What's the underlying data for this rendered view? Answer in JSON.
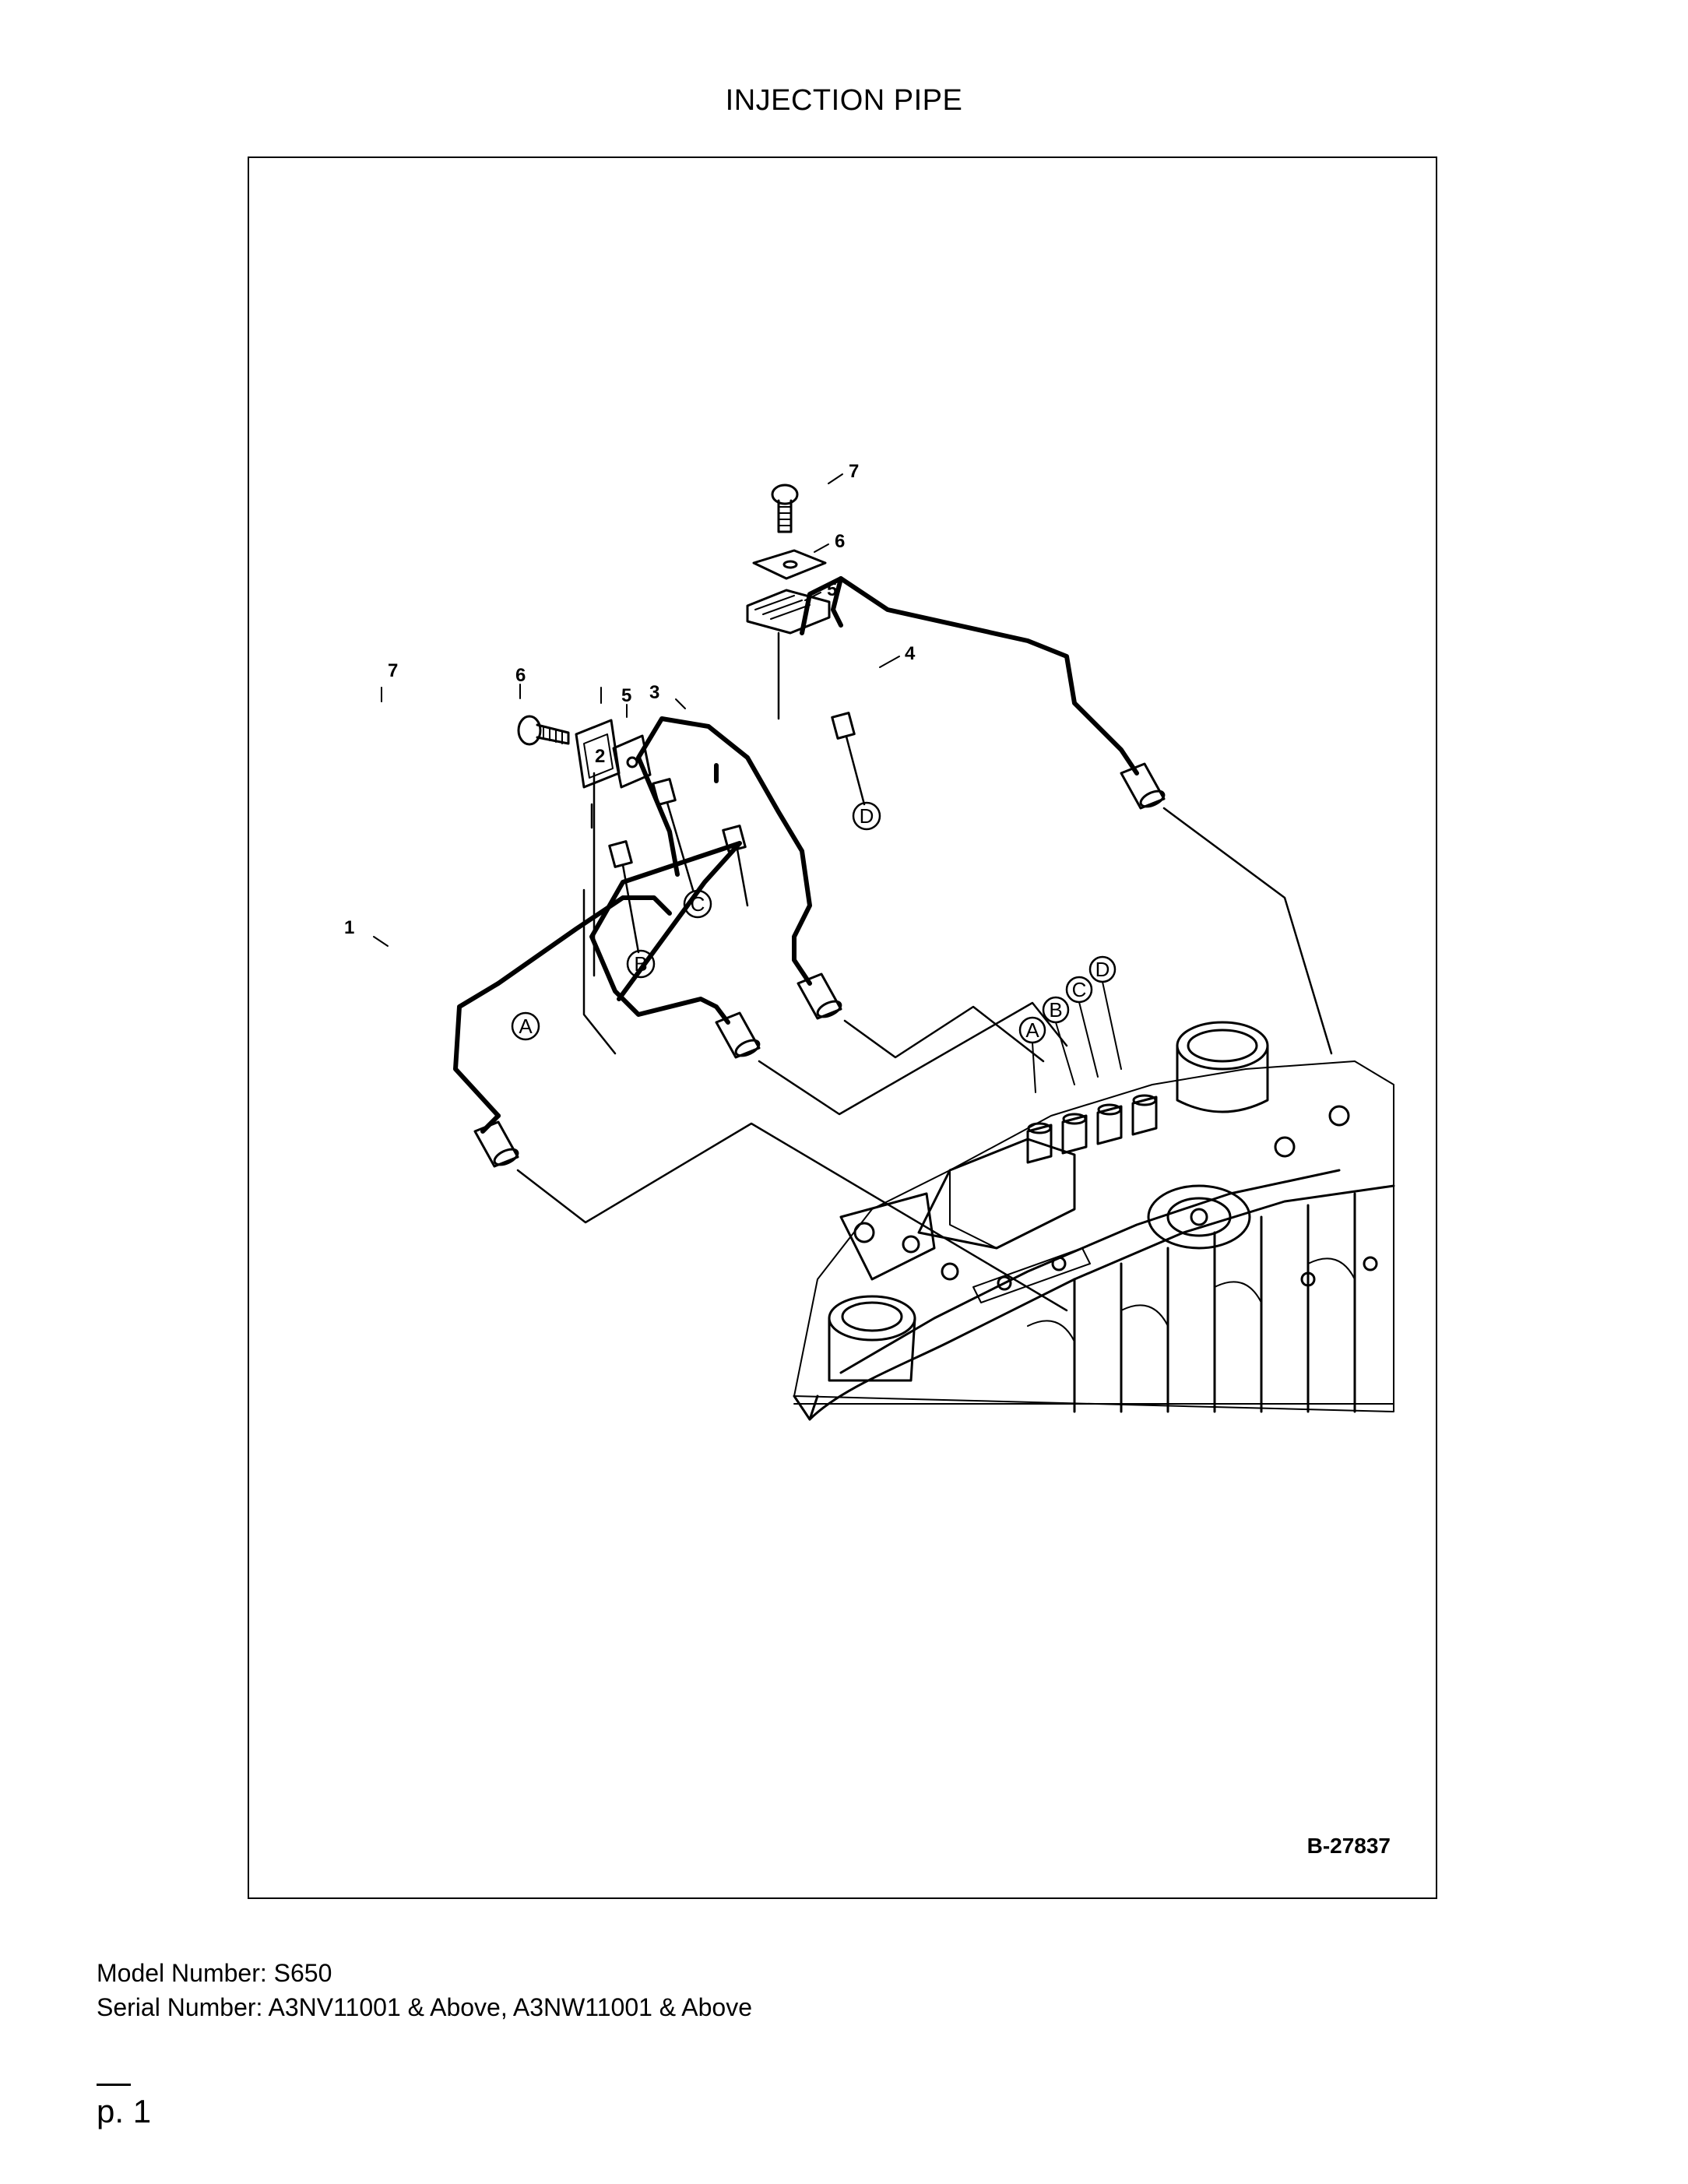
{
  "page": {
    "title": "INJECTION PIPE",
    "figure_code": "B-27837",
    "model_number": "Model Number: S650",
    "serial_number": "Serial Number: A3NV11001 & Above, A3NW11001 & Above",
    "page_number": "p. 1"
  },
  "callouts": {
    "c1": "1",
    "c2": "2",
    "c3": "3",
    "c4": "4",
    "c5a": "5",
    "c6a": "6",
    "c7a": "7",
    "c5b": "5",
    "c6b": "6",
    "c7b": "7"
  },
  "connections": {
    "A1": "A",
    "B1": "B",
    "C1": "C",
    "D1": "D",
    "A2": "A",
    "B2": "B",
    "C2": "C",
    "D2": "D"
  }
}
